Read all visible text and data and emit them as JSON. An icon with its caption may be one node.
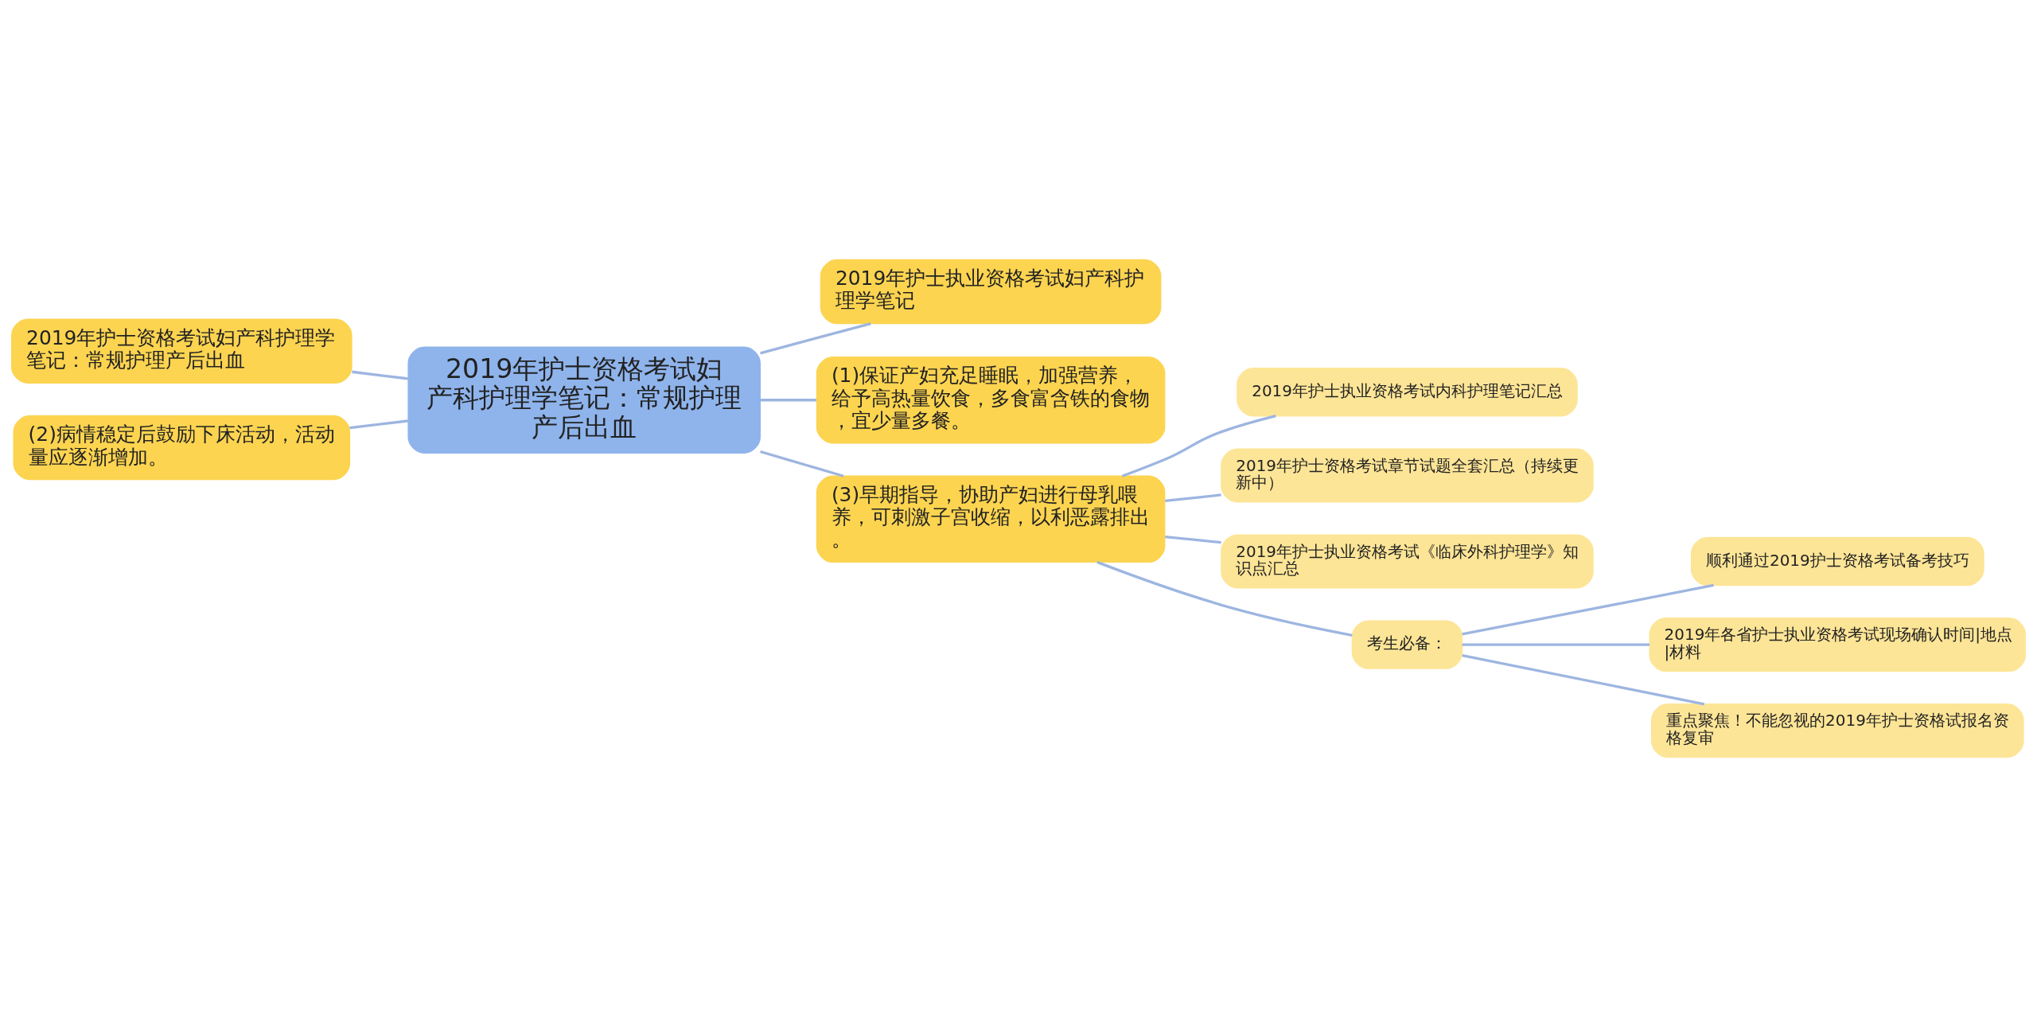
{
  "diagram": {
    "nodes": [
      {
        "text": [
          "2019年护士资格考试妇产科护理学笔记：常规护理产后出血"
        ]
      },
      {
        "text": [
          "2019年护士资格考试妇产科护理学笔记：常规护理产后出血"
        ]
      },
      {
        "text": [
          "(2)病情稳定后鼓励下床活动，活动量应逐渐增加。"
        ]
      },
      {
        "text": [
          "2019年护士执业资格考试妇产科护理学笔记"
        ]
      },
      {
        "text": [
          "(1)保证产妇充足睡眠，加强营养，给予高热量饮食，多食富含铁的食物，宜少量多餐。"
        ]
      },
      {
        "text": [
          "(3)早期指导，协助产妇进行母乳喂养，可刺激子宫收缩，以利恶露排出。"
        ]
      },
      {
        "text": [
          "2019年护士执业资格考试内科护理笔记汇总"
        ]
      },
      {
        "text": [
          "2019年护士资格考试章节试题全套汇总（持续更新中）"
        ]
      },
      {
        "text": [
          "2019年护士执业资格考试《临床外科护理学》知识点汇总"
        ]
      },
      {
        "text": [
          "考生必备："
        ]
      },
      {
        "text": [
          "顺利通过2019护士资格考试备考技巧"
        ]
      },
      {
        "text": [
          "2019年各省护士执业资格考试现场确认时间|地点|材料"
        ]
      },
      {
        "text": [
          "重点聚焦！不能忽视的2019年护士资格试报名资格复审"
        ]
      }
    ],
    "edges": [
      {
        "from": 0,
        "to": 1,
        "arrow": "none"
      },
      {
        "from": 0,
        "to": 2,
        "arrow": "none"
      },
      {
        "from": 0,
        "to": 3,
        "arrow": "none"
      },
      {
        "from": 0,
        "to": 4,
        "arrow": "none"
      },
      {
        "from": 0,
        "to": 5,
        "arrow": "none"
      },
      {
        "from": 5,
        "to": 6,
        "arrow": "none"
      },
      {
        "from": 5,
        "to": 7,
        "arrow": "none"
      },
      {
        "from": 5,
        "to": 8,
        "arrow": "none"
      },
      {
        "from": 5,
        "to": 9,
        "arrow": "none"
      },
      {
        "from": 9,
        "to": 10,
        "arrow": "none"
      },
      {
        "from": 9,
        "to": 11,
        "arrow": "none"
      },
      {
        "from": 9,
        "to": 12,
        "arrow": "none"
      }
    ]
  }
}
